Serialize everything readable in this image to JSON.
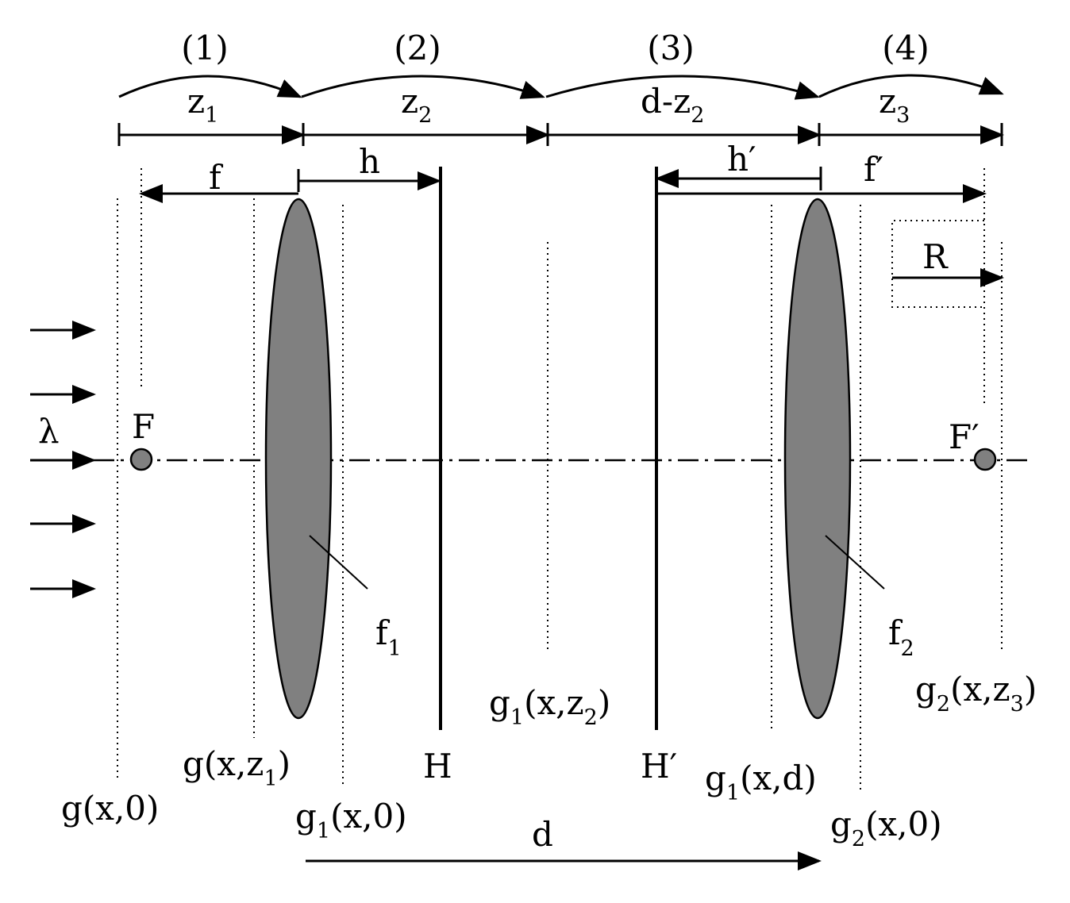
{
  "steps": [
    "(1)",
    "(2)",
    "(3)",
    "(4)"
  ],
  "segments": {
    "z1": {
      "base": "z",
      "sub": "1"
    },
    "z2": {
      "base": "z",
      "sub": "2"
    },
    "dz2": {
      "base": "d-z",
      "sub": "2"
    },
    "z3": {
      "base": "z",
      "sub": "3"
    }
  },
  "focal": {
    "f": "f",
    "h": "h",
    "h_prime": "h′",
    "f_prime": "f′",
    "R": "R"
  },
  "points": {
    "F": "F",
    "F_prime": "F′",
    "lambda": "λ"
  },
  "lenses": {
    "lens1": {
      "base": "f",
      "sub": "1"
    },
    "lens2": {
      "base": "f",
      "sub": "2"
    }
  },
  "planes": {
    "H": "H",
    "H_prime": "H′",
    "d": "d"
  },
  "fields": {
    "g_x_0": {
      "pre": "g(x,0)"
    },
    "g_x_z1": {
      "pre": "g(x,z",
      "sub": "1",
      "post": ")"
    },
    "g1_x_0": {
      "pre": "g",
      "sub": "1",
      "post": "(x,0)"
    },
    "g1_x_z2": {
      "pre": "g",
      "sub": "1",
      "mid": "(x,z",
      "sub2": "2",
      "post": ")"
    },
    "g1_x_d": {
      "pre": "g",
      "sub": "1",
      "post": "(x,d)"
    },
    "g2_x_0": {
      "pre": "g",
      "sub": "2",
      "post": "(x,0)"
    },
    "g2_x_z3": {
      "pre": "g",
      "sub": "2",
      "mid": "(x,z",
      "sub2": "3",
      "post": ")"
    }
  },
  "colors": {
    "lens_fill": "#808080",
    "ink": "#000000"
  }
}
